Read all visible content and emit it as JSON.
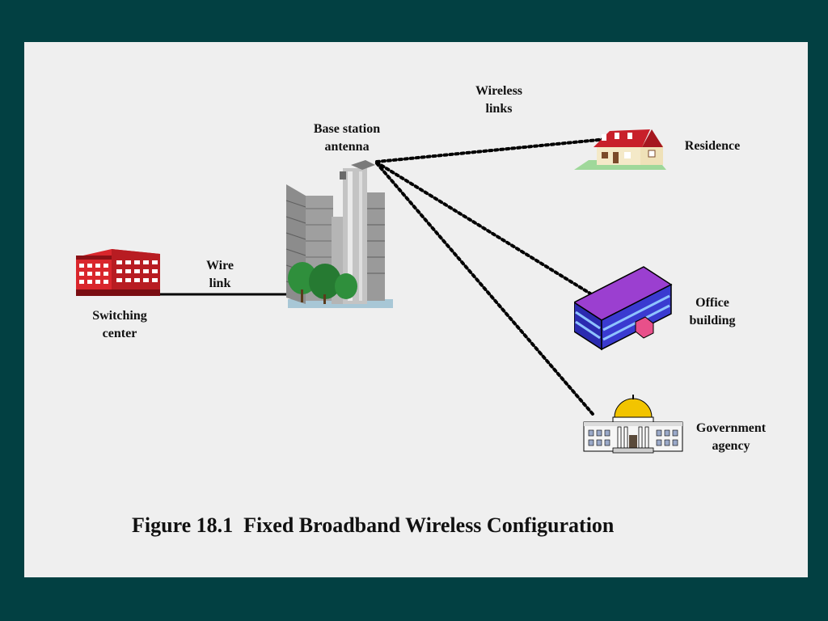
{
  "labels": {
    "wireless_links": [
      "Wireless",
      "links"
    ],
    "base_station": [
      "Base station",
      "antenna"
    ],
    "residence": "Residence",
    "wire_link": [
      "Wire",
      "link"
    ],
    "switching_center": [
      "Switching",
      "center"
    ],
    "office_building": [
      "Office",
      "building"
    ],
    "government_agency": [
      "Government",
      "agency"
    ]
  },
  "caption": "Figure 18.1  Fixed Broadband Wireless Configuration",
  "colors": {
    "background": "#024042",
    "slide": "#efefef",
    "switching_center": "#d9262c",
    "office_roof": "#9b3fd0",
    "office_walls": "#2b2bb0",
    "residence_roof": "#c8202a",
    "dome": "#f2c400"
  }
}
